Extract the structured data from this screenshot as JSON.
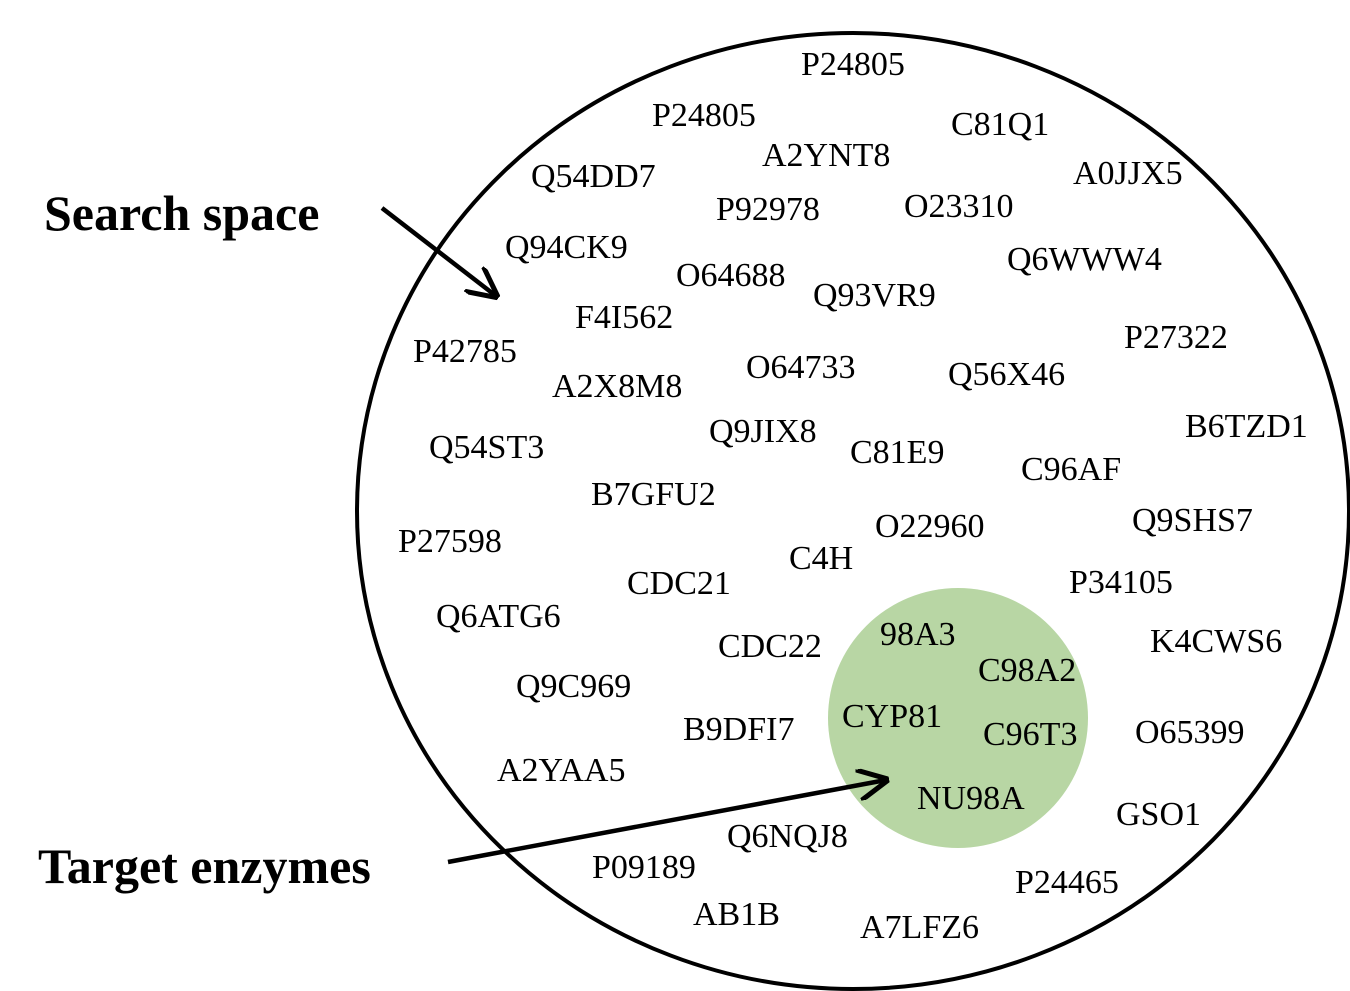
{
  "callouts": {
    "search_space": "Search space",
    "target_enzymes": "Target enzymes"
  },
  "colors": {
    "target_fill": "#b8d6a4",
    "stroke": "#000000"
  },
  "search_space_ids": [
    "P24805",
    "P24805",
    "C81Q1",
    "Q54DD7",
    "A2YNT8",
    "A0JJX5",
    "P92978",
    "O23310",
    "Q94CK9",
    "Q6WWW4",
    "O64688",
    "Q93VR9",
    "F4I562",
    "P42785",
    "P27322",
    "O64733",
    "A2X8M8",
    "Q56X46",
    "B6TZD1",
    "Q9JIX8",
    "Q54ST3",
    "C81E9",
    "C96AF",
    "B7GFU2",
    "Q9SHS7",
    "O22960",
    "P27598",
    "C4H",
    "CDC21",
    "P34105",
    "Q6ATG6",
    "K4CWS6",
    "CDC22",
    "Q9C969",
    "O65399",
    "B9DFI7",
    "A2YAA5",
    "GSO1",
    "Q6NQJ8",
    "P09189",
    "P24465",
    "AB1B",
    "A7LFZ6"
  ],
  "target_ids": [
    "98A3",
    "C98A2",
    "CYP81",
    "C96T3",
    "NU98A"
  ]
}
